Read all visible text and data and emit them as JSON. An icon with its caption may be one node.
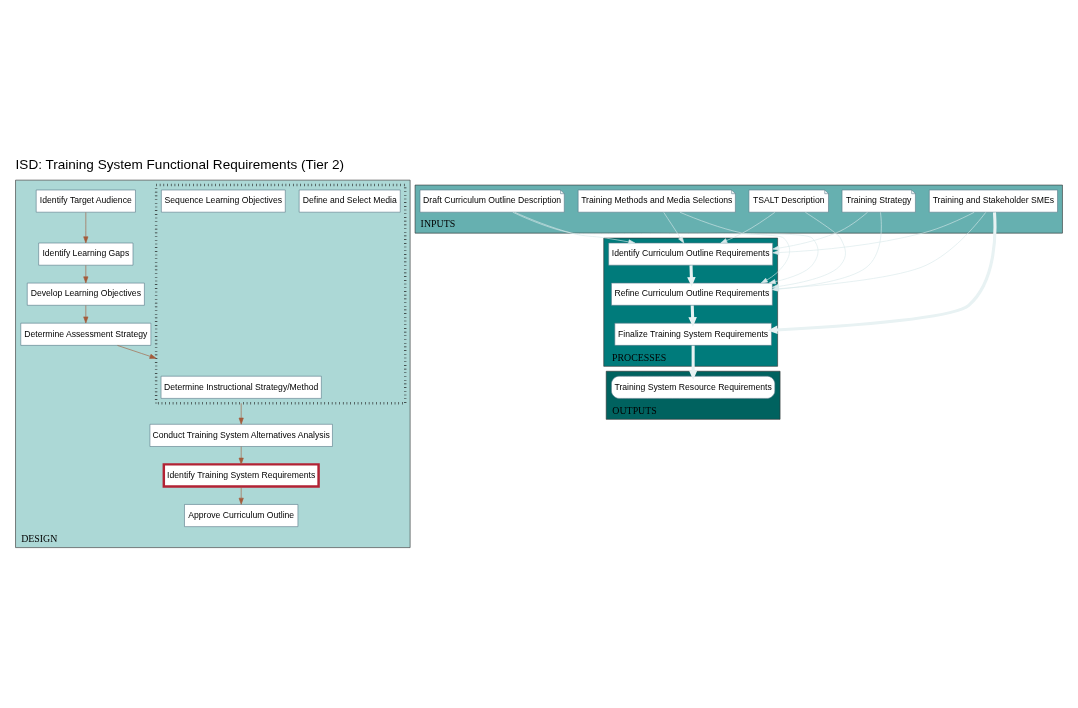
{
  "diagram": {
    "title": "ISD: Training System Functional Requirements (Tier 2)",
    "nodes": [
      {
        "text": [
          "DESIGN"
        ]
      },
      {
        "text": [
          "Identify Target Audience"
        ],
        "in": 0
      },
      {
        "text": [
          "Develop Learning Objectives"
        ],
        "in": 0
      },
      {
        "text": [
          "Identify Learning Gaps"
        ],
        "in": 0
      },
      {
        "text": [
          "Determine Assessment Strategy"
        ],
        "in": 0
      },
      {
        "text": [],
        "shape": "box",
        "in": 0
      },
      {
        "text": [
          "Determine Instructional Strategy/Method"
        ],
        "in": 5
      },
      {
        "text": [
          "Define and Select Media"
        ],
        "in": 5
      },
      {
        "text": [
          "Sequence Learning Objectives"
        ],
        "in": 5
      },
      {
        "text": [
          "Conduct Training System Alternatives Analysis"
        ],
        "in": 0
      },
      {
        "text": [
          "Identify Training System Requirements"
        ],
        "in": 0
      },
      {
        "text": [
          "Approve Curriculum Outline"
        ],
        "in": 0
      },
      {
        "text": [
          "INPUTS"
        ]
      },
      {
        "text": [
          "Draft Curriculum Outline Description"
        ],
        "in": 12
      },
      {
        "text": [
          "Training Methods and Media Selections"
        ],
        "in": 12
      },
      {
        "text": [
          "TSALT Description"
        ],
        "in": 12
      },
      {
        "text": [
          "Training Strategy"
        ],
        "in": 12
      },
      {
        "text": [
          "Training and Stakeholder SMEs"
        ],
        "in": 12
      },
      {
        "text": [
          "PROCESSES"
        ]
      },
      {
        "text": [
          "Identify Curriculum Outline Requirements"
        ],
        "in": 18
      },
      {
        "text": [
          "Refine Curriculum Outline Requirements"
        ],
        "in": 18
      },
      {
        "text": [
          "Finalize Training System Requirements"
        ],
        "in": 18
      },
      {
        "text": [
          "OUTPUTS"
        ]
      },
      {
        "text": [
          "Training System Resource Requirements"
        ],
        "in": 22
      }
    ],
    "edges": [
      {
        "from": 1,
        "to": 3,
        "arrow": "to",
        "color": "#a35a3a"
      },
      {
        "from": 3,
        "to": 2,
        "arrow": "to",
        "color": "#a35a3a"
      },
      {
        "from": 2,
        "to": 4,
        "arrow": "to",
        "color": "#a35a3a"
      },
      {
        "from": 4,
        "to": 5,
        "arrow": "to",
        "color": "#a35a3a"
      },
      {
        "from": 5,
        "to": 9,
        "arrow": "to",
        "color": "#a35a3a"
      },
      {
        "from": 9,
        "to": 10,
        "arrow": "to",
        "color": "#a35a3a"
      },
      {
        "from": 10,
        "to": 11,
        "arrow": "to",
        "color": "#a35a3a"
      },
      {
        "from": 13,
        "to": 19,
        "arrow": "to"
      },
      {
        "from": 14,
        "to": 19,
        "arrow": "to"
      },
      {
        "from": 15,
        "to": 19,
        "arrow": "to"
      },
      {
        "from": 16,
        "to": 19,
        "arrow": "to"
      },
      {
        "from": 17,
        "to": 19,
        "arrow": "to"
      },
      {
        "from": 13,
        "to": 20,
        "arrow": "to"
      },
      {
        "from": 14,
        "to": 20,
        "arrow": "to"
      },
      {
        "from": 15,
        "to": 20,
        "arrow": "to"
      },
      {
        "from": 16,
        "to": 20,
        "arrow": "to"
      },
      {
        "from": 17,
        "to": 20,
        "arrow": "to"
      },
      {
        "from": 17,
        "to": 21,
        "arrow": "to",
        "style": "thick"
      },
      {
        "from": 19,
        "to": 20,
        "arrow": "to",
        "style": "thick"
      },
      {
        "from": 20,
        "to": 21,
        "arrow": "to",
        "style": "thick"
      },
      {
        "from": 21,
        "to": 23,
        "arrow": "to",
        "style": "thick"
      }
    ]
  }
}
